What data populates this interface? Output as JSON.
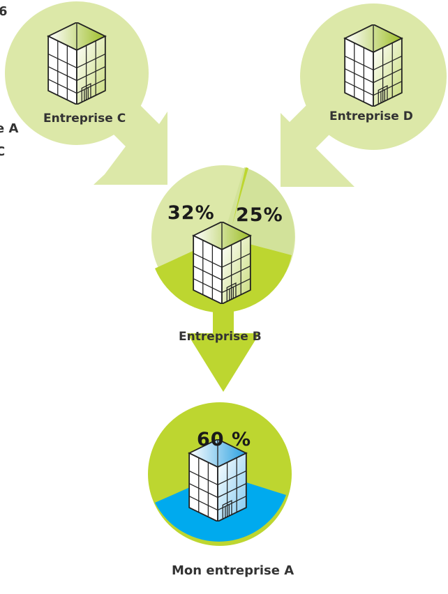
{
  "colors": {
    "light_green": "#dce8a8",
    "mid_green": "#c8db8b",
    "bright_green": "#bdd630",
    "blue": "#00aaee",
    "text": "#333333"
  },
  "nodes": {
    "entreprise_c": {
      "label": "Entreprise C"
    },
    "entreprise_d": {
      "label": "Entreprise D"
    },
    "entreprise_b": {
      "label": "Entreprise B",
      "share_left": "32%",
      "share_right": "25%"
    },
    "entreprise_a": {
      "label": "Mon entreprise A",
      "share": "60 %"
    }
  },
  "edge_text": {
    "top_left": "6",
    "mid_left_1": "e A",
    "mid_left_2": "C"
  }
}
